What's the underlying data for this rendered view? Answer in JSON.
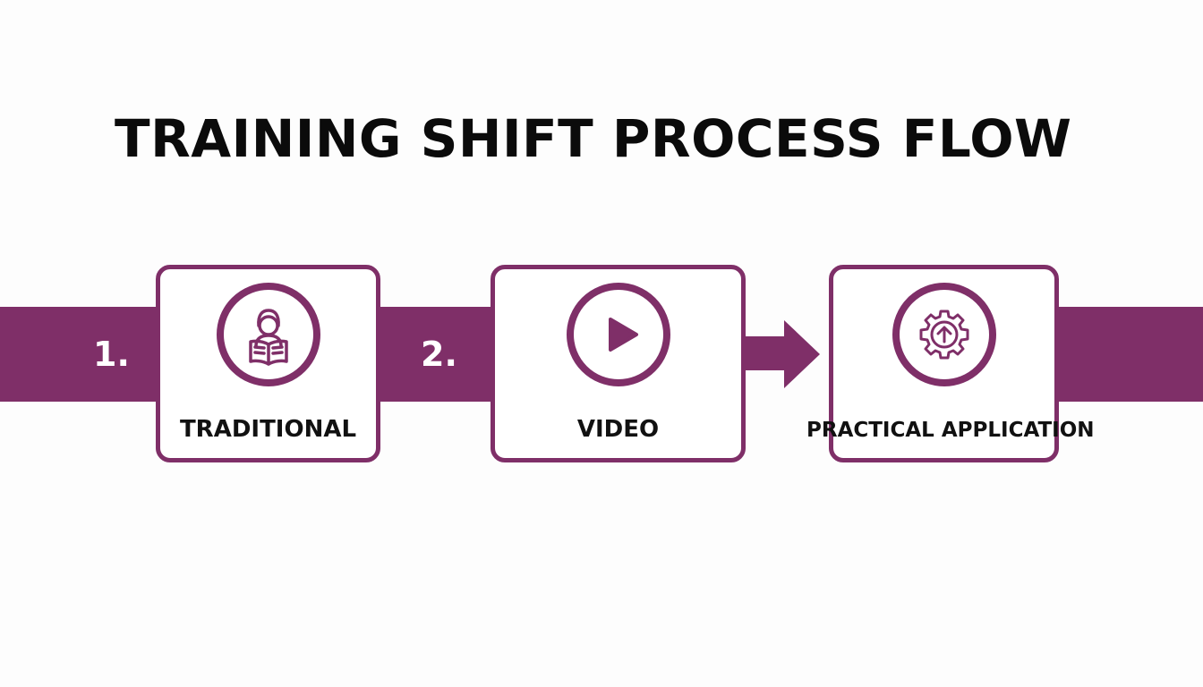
{
  "title": "TRAINING SHIFT PROCESS FLOW",
  "accent_color": "#7f2f68",
  "steps": [
    {
      "number": "1.",
      "label": "TRADITIONAL",
      "icon": "person-reading-book-icon"
    },
    {
      "number": "2.",
      "label": "VIDEO",
      "icon": "play-icon"
    },
    {
      "label": "PRACTICAL APPLICATION",
      "icon": "gear-upload-icon"
    }
  ]
}
